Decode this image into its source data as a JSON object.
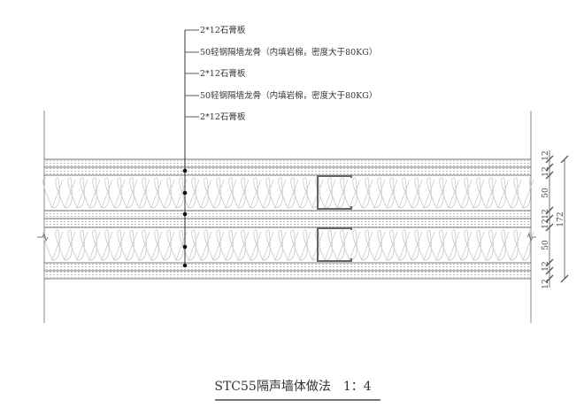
{
  "callouts": [
    "2*12石膏板",
    "50轻钢隔墙龙骨（内填岩棉，密度大于80KG）",
    "2*12石膏板",
    "50轻钢隔墙龙骨（内填岩棉，密度大于80KG）",
    "2*12石膏板"
  ],
  "dimensions": {
    "segments": [
      "12",
      "12",
      "50",
      "12",
      "12",
      "50",
      "12",
      "12"
    ],
    "total": "172"
  },
  "title": "STC55隔声墙体做法　1：4"
}
